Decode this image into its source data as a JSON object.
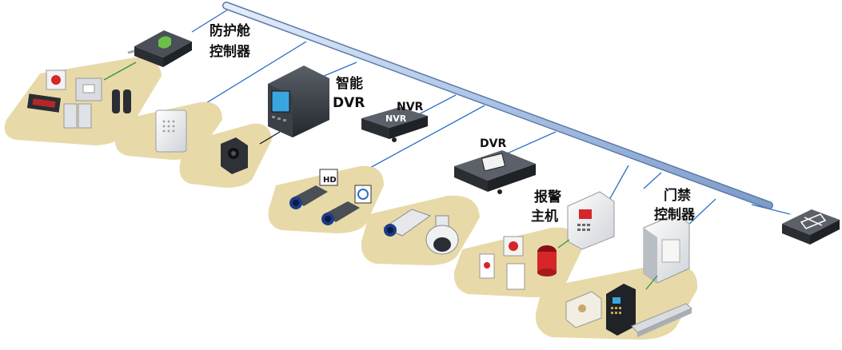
{
  "labels": {
    "shield_ctrl_1": "防护舱",
    "shield_ctrl_2": "控制器",
    "smart_dvr_1": "智能",
    "smart_dvr_2": "DVR",
    "nvr": "NVR",
    "nvr_device": "NVR",
    "dvr": "DVR",
    "alarm_host_1": "报警",
    "alarm_host_2": "主机",
    "access_ctrl_1": "门禁",
    "access_ctrl_2": "控制器",
    "hd_badge": "HD"
  },
  "colors": {
    "trunk": "#aac3e6",
    "trunk_edge": "#6d8bb8",
    "link": "#2a72c4",
    "local_link": "#2c9a3a",
    "platform": "#e8d9a8",
    "device_dark": "#2e3238",
    "screen": "#3aa6e0"
  },
  "icons": [
    "switch-icon",
    "shield-controller-icon",
    "camera-icon",
    "dome-camera-icon",
    "speaker-icon",
    "keypad-icon",
    "card-reader-icon",
    "siren-icon"
  ]
}
